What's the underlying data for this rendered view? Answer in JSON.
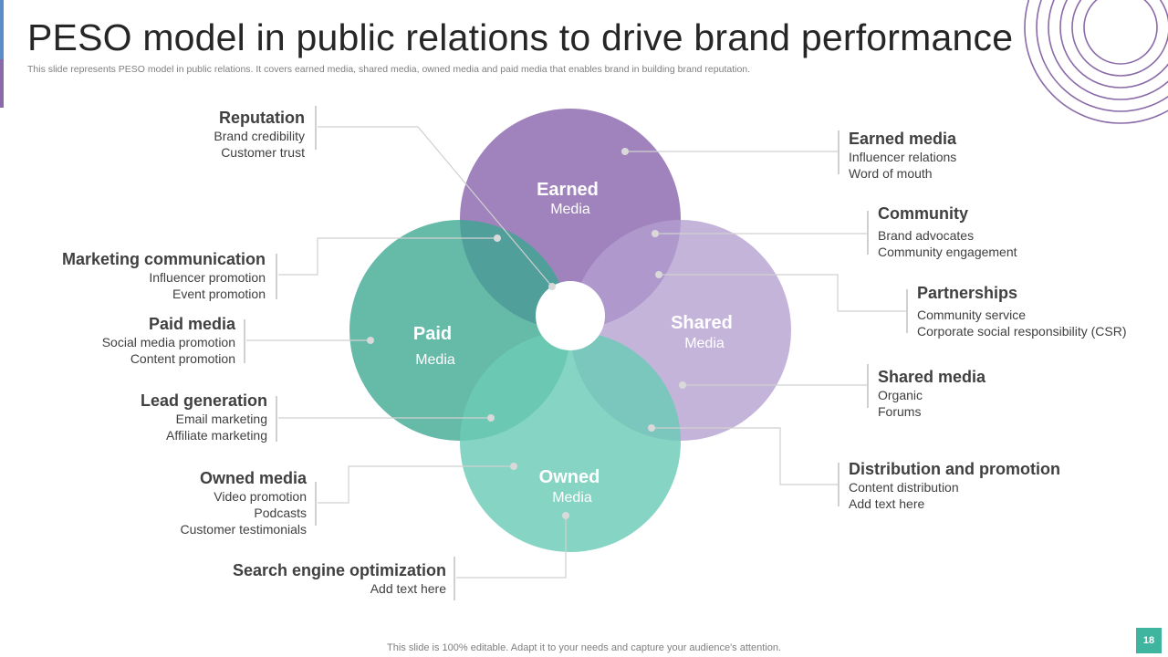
{
  "title": "PESO model in public relations to drive brand performance",
  "subtitle": "This slide represents PESO model in public relations. It covers earned media, shared media, owned media and paid media that enables brand in building brand reputation.",
  "footer": "This slide is 100% editable. Adapt it to your needs and capture your audience's attention.",
  "page_number": "18",
  "colors": {
    "earned": "#8f6db2",
    "shared": "#b49fcf",
    "paid": "#3aa790",
    "owned": "#6bcbb6",
    "accent": "#3fb5a0"
  },
  "circles": {
    "earned": {
      "title": "Earned",
      "sub": "Media"
    },
    "shared": {
      "title": "Shared",
      "sub": "Media"
    },
    "paid": {
      "title": "Paid",
      "sub": "Media"
    },
    "owned": {
      "title": "Owned",
      "sub": "Media"
    }
  },
  "left_labels": {
    "reputation": {
      "heading": "Reputation",
      "items": [
        "Brand credibility",
        "Customer trust"
      ]
    },
    "marketing": {
      "heading": "Marketing communication",
      "items": [
        "Influencer promotion",
        "Event promotion"
      ]
    },
    "paid_media": {
      "heading": "Paid media",
      "items": [
        "Social media promotion",
        "Content promotion"
      ]
    },
    "lead": {
      "heading": "Lead generation",
      "items": [
        "Email marketing",
        "Affiliate marketing"
      ]
    },
    "owned_media": {
      "heading": "Owned media",
      "items": [
        "Video promotion",
        "Podcasts",
        "Customer testimonials"
      ]
    },
    "seo": {
      "heading": "Search engine optimization",
      "items": [
        "Add text here"
      ]
    }
  },
  "right_labels": {
    "earned_media": {
      "heading": "Earned media",
      "items": [
        "Influencer relations",
        "Word of mouth"
      ]
    },
    "community": {
      "heading": "Community",
      "items": [
        "Brand advocates",
        "Community engagement"
      ]
    },
    "partnerships": {
      "heading": "Partnerships",
      "items": [
        "Community service",
        "Corporate social responsibility (CSR)"
      ]
    },
    "shared_media": {
      "heading": "Shared media",
      "items": [
        "Organic",
        "Forums"
      ]
    },
    "distribution": {
      "heading": "Distribution and promotion",
      "items": [
        "Content distribution",
        "Add text here"
      ]
    }
  }
}
